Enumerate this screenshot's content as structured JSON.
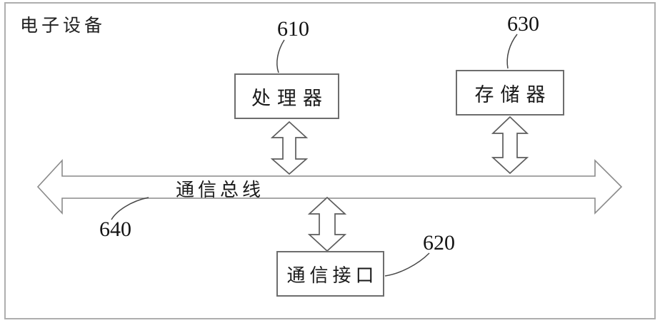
{
  "figure": {
    "title": "电子设备",
    "processor": {
      "label": "处理器",
      "ref": "610"
    },
    "memory": {
      "label": "存储器",
      "ref": "630"
    },
    "comm_interface": {
      "label": "通信接口",
      "ref": "620"
    },
    "bus": {
      "label": "通信总线",
      "ref": "640"
    },
    "colors": {
      "background": "#ffffff",
      "frame_border": "#aeaeae",
      "box_border": "#6d6d6d",
      "arrow_stroke": "#5c5c5c",
      "bus_stroke": "#8a8a8a",
      "leader_stroke": "#474747",
      "text": "#1a1a1a"
    }
  }
}
